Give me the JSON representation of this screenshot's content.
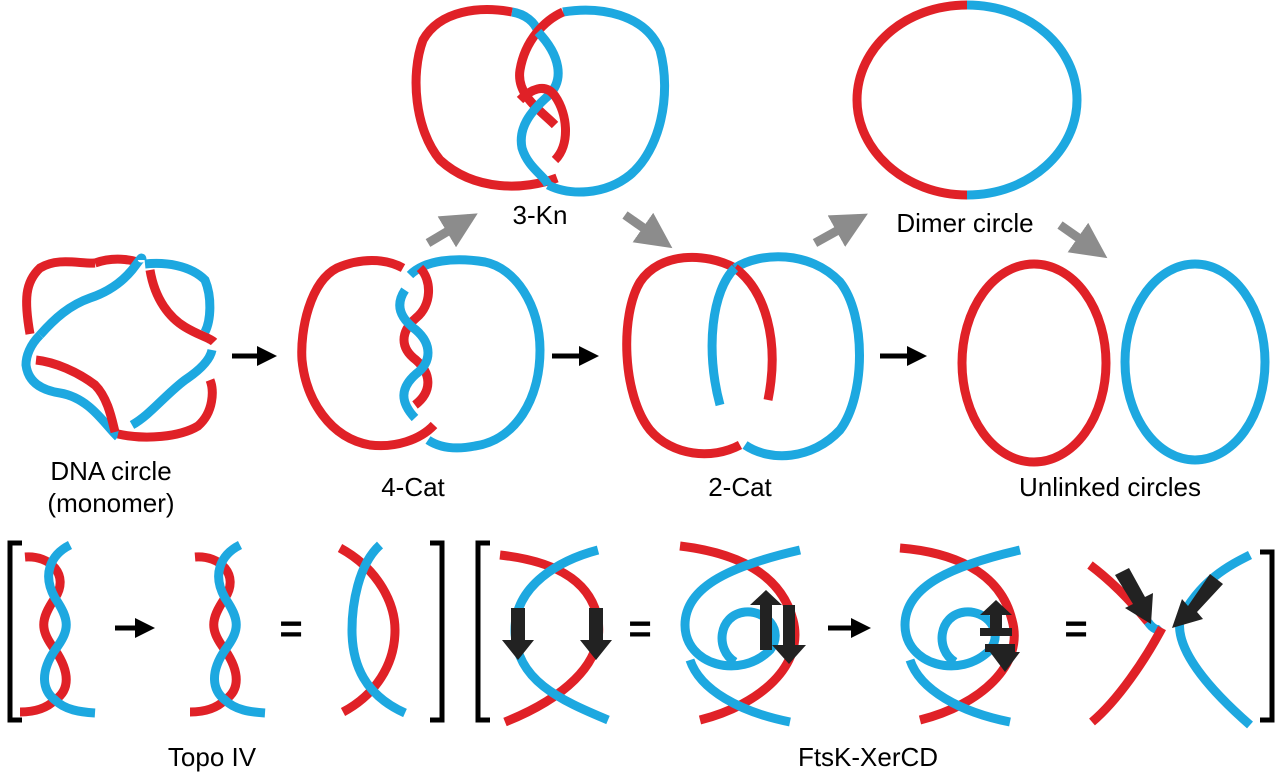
{
  "labels": {
    "dna_circle_line1": "DNA circle",
    "dna_circle_line2": "(monomer)",
    "four_cat": "4-Cat",
    "three_kn": "3-Kn",
    "two_cat": "2-Cat",
    "dimer_circle": "Dimer circle",
    "unlinked_circles": "Unlinked circles",
    "topo_iv": "Topo IV",
    "ftsk_xercd": "FtsK-XerCD"
  },
  "symbols": {
    "equals": "="
  },
  "colors": {
    "red_strand": "#e02127",
    "blue_strand": "#1da8e0",
    "arrow_black": "#000000",
    "arrow_gray": "#8c8c8c",
    "background": "#ffffff"
  }
}
